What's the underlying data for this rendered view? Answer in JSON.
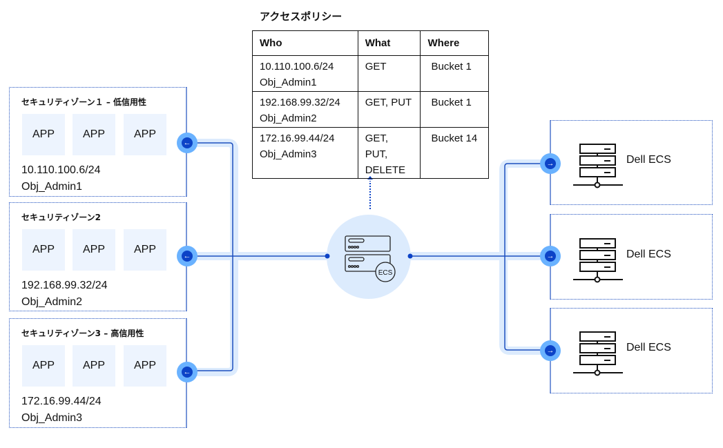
{
  "policy": {
    "title": "アクセスポリシー",
    "headers": [
      "Who",
      "What",
      "Where"
    ],
    "rows": [
      {
        "who": [
          "10.110.100.6/24",
          "Obj_Admin1"
        ],
        "what": [
          "GET"
        ],
        "where": "Bucket 1"
      },
      {
        "who": [
          "192.168.99.32/24",
          "Obj_Admin2"
        ],
        "what": [
          "GET, PUT"
        ],
        "where": "Bucket 1"
      },
      {
        "who": [
          "172.16.99.44/24",
          "Obj_Admin3"
        ],
        "what": [
          "GET, PUT,",
          "DELETE"
        ],
        "where": "Bucket 14"
      }
    ]
  },
  "zones": [
    {
      "title": "セキュリティゾーン１ – 低信用性",
      "apps": [
        "APP",
        "APP",
        "APP"
      ],
      "ip": "10.110.100.6/24",
      "admin": "Obj_Admin1"
    },
    {
      "title": "セキュリティゾーン2",
      "apps": [
        "APP",
        "APP",
        "APP"
      ],
      "ip": "192.168.99.32/24",
      "admin": "Obj_Admin2"
    },
    {
      "title": "セキュリティゾーン3 – 高信用性",
      "apps": [
        "APP",
        "APP",
        "APP"
      ],
      "ip": "172.16.99.44/24",
      "admin": "Obj_Admin3"
    }
  ],
  "hub": {
    "label": "ECS",
    "icon": "server-stack-icon"
  },
  "stores": [
    {
      "label": "Dell ECS",
      "icon": "server-rack-icon"
    },
    {
      "label": "Dell ECS",
      "icon": "server-rack-icon"
    },
    {
      "label": "Dell ECS",
      "icon": "server-rack-icon"
    }
  ],
  "icons": {
    "left_port": "←",
    "right_port": "→"
  },
  "colors": {
    "accent": "#0c43c7",
    "port": "#6ab2ff",
    "halo": "#dcebfd",
    "app_bg": "#edf4fe",
    "line": "#1d4fbf"
  }
}
